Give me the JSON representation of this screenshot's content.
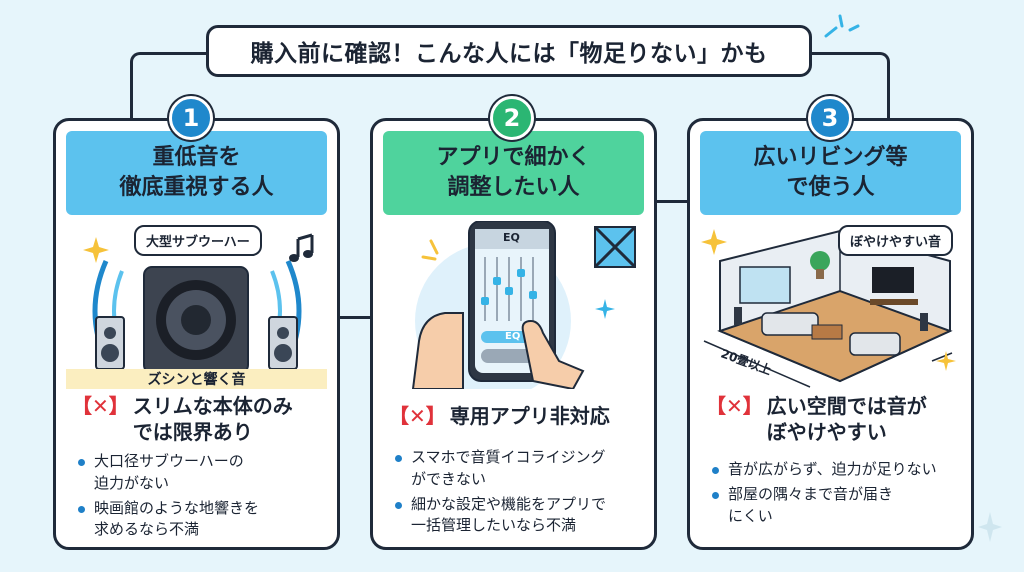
{
  "title": "購入前に確認！こんな人には「物足りない」かも",
  "colors": {
    "outline": "#1f2a3a",
    "blue_head": "#5cc2ee",
    "green_head": "#4fd39d",
    "badge_blue": "#1f88cc",
    "badge_green": "#2bb673",
    "warn_red": "#e0323a",
    "bullet": "#1f80c8",
    "background": "#e6f5fb"
  },
  "cards": [
    {
      "number": "1",
      "heading": "重低音を\n徹底重視する人",
      "bubble": "大型サブウーハー",
      "caption": "ズシンと響く音",
      "warn_mark": "【✕】",
      "warn_text": "スリムな本体のみ\nでは限界あり",
      "bullets": [
        "大口径サブウーハーの\n迫力がない",
        "映画館のような地響きを\n求めるなら不満"
      ],
      "icons": [
        "subwoofer-icon",
        "speaker-icon",
        "music-note-icon",
        "sparkle-icon"
      ]
    },
    {
      "number": "2",
      "heading": "アプリで細かく\n調整したい人",
      "phone_label": "EQ",
      "phone_button": "EQ",
      "warn_mark": "【✕】",
      "warn_text": "専用アプリ非対応",
      "bullets": [
        "スマホで音質イコライジング\nができない",
        "細かな設定や機能をアプリで\n一括管理したいなら不満"
      ],
      "icons": [
        "smartphone-icon",
        "hand-icon",
        "no-app-icon"
      ]
    },
    {
      "number": "3",
      "heading": "広いリビング等\nで使う人",
      "bubble": "ぼやけやすい音",
      "room_size": "20畳以上",
      "warn_mark": "【✕】",
      "warn_text": "広い空間では音が\nぼやけやすい",
      "bullets": [
        "音が広がらず、迫力が足りない",
        "部屋の隅々まで音が届き\nにくい"
      ],
      "icons": [
        "living-room-icon",
        "tv-icon",
        "sofa-icon"
      ]
    }
  ]
}
